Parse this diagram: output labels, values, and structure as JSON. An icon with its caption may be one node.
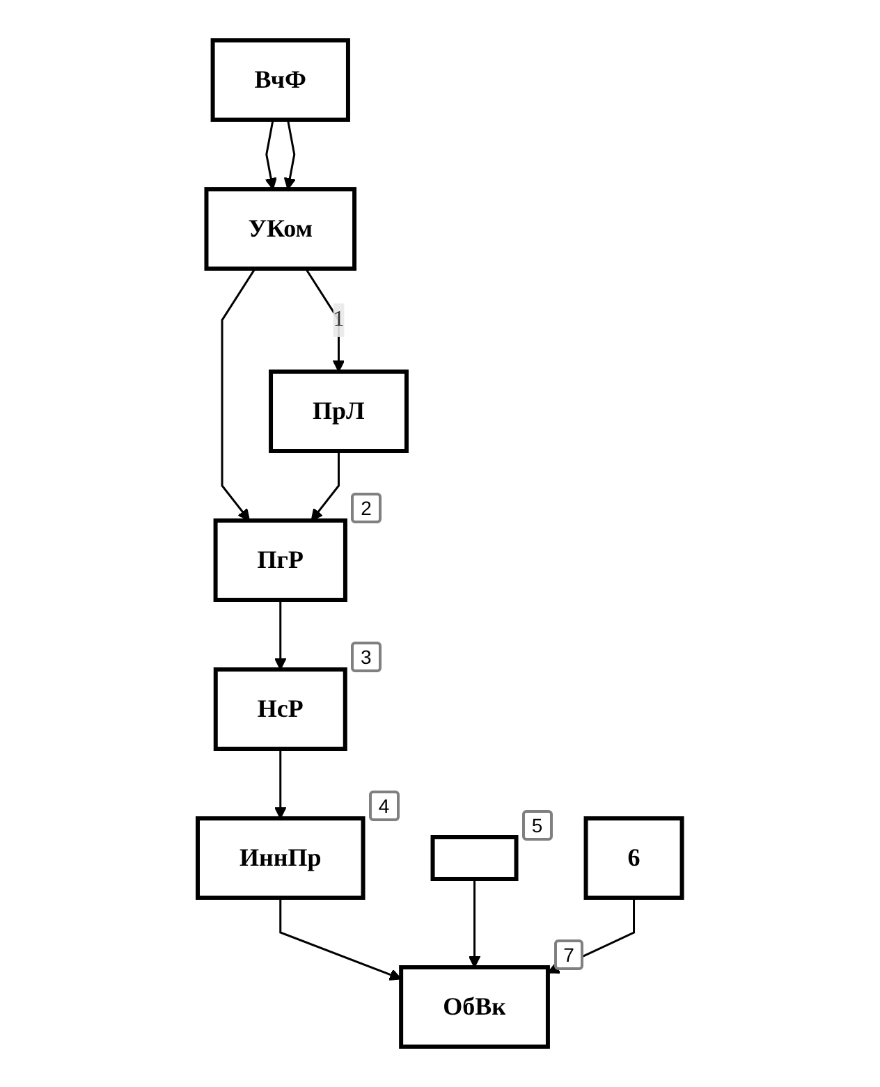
{
  "diagram": {
    "nodes": [
      {
        "text": [
          "ВчФ"
        ]
      },
      {
        "text": [
          "УКом"
        ]
      },
      {
        "text": [
          "ПрЛ"
        ]
      },
      {
        "text": [
          "ПгР"
        ],
        "beside": [
          "2"
        ]
      },
      {
        "text": [
          "НсР"
        ],
        "beside": [
          "3"
        ]
      },
      {
        "text": [
          "ИннПр"
        ],
        "beside": [
          "4"
        ]
      },
      {
        "text": [],
        "shape": "box",
        "beside": [
          "5"
        ]
      },
      {
        "text": [
          "6"
        ]
      },
      {
        "text": [
          "ОбВк"
        ],
        "beside": [
          "7"
        ]
      }
    ],
    "edges": [
      {
        "from": 0,
        "to": 1,
        "arrow": "to"
      },
      {
        "from": 0,
        "to": 1,
        "arrow": "to"
      },
      {
        "from": 1,
        "to": 2,
        "arrow": "to",
        "label": "1"
      },
      {
        "from": 1,
        "to": 3,
        "arrow": "to"
      },
      {
        "from": 2,
        "to": 3,
        "arrow": "to"
      },
      {
        "from": 3,
        "to": 4,
        "arrow": "to"
      },
      {
        "from": 4,
        "to": 5,
        "arrow": "to"
      },
      {
        "from": 5,
        "to": 8,
        "arrow": "to"
      },
      {
        "from": 6,
        "to": 8,
        "arrow": "to"
      },
      {
        "from": 7,
        "to": 8,
        "arrow": "to"
      }
    ]
  }
}
